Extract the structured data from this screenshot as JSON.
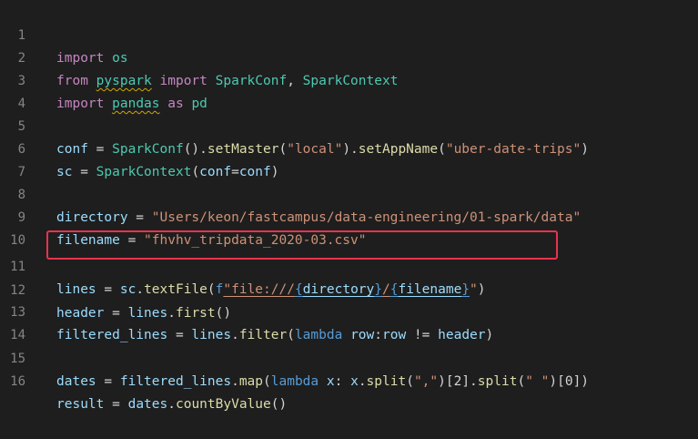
{
  "editor": {
    "lines": [
      {
        "n": "1",
        "t": [
          "import",
          " ",
          "os"
        ]
      },
      {
        "n": "2",
        "t": [
          "from",
          " ",
          "pyspark",
          " ",
          "import",
          " ",
          "SparkConf",
          ", ",
          "SparkContext"
        ]
      },
      {
        "n": "3",
        "t": [
          "import",
          " ",
          "pandas",
          " ",
          "as",
          " ",
          "pd"
        ]
      },
      {
        "n": "4",
        "t": []
      },
      {
        "n": "5",
        "t": [
          "conf",
          " = ",
          "SparkConf",
          "().",
          "setMaster",
          "(",
          "\"local\"",
          ").",
          "setAppName",
          "(",
          "\"uber-date-trips\"",
          ")"
        ]
      },
      {
        "n": "6",
        "t": [
          "sc",
          " = ",
          "SparkContext",
          "(",
          "conf",
          "=",
          "conf",
          ")"
        ]
      },
      {
        "n": "7",
        "t": []
      },
      {
        "n": "8",
        "t": [
          "directory",
          " = ",
          "\"Users/keon/fastcampus/data-engineering/01-spark/data\""
        ]
      },
      {
        "n": "9",
        "t": [
          "filename",
          " = ",
          "\"fhvhv_tripdata_2020-03.csv\""
        ]
      },
      {
        "n": "10",
        "t": []
      },
      {
        "n": "11",
        "t": [
          "lines",
          " = ",
          "sc",
          ".",
          "textFile",
          "(",
          "f",
          "\"file:///",
          "{",
          "directory",
          "}",
          "/",
          "{",
          "filename",
          "}",
          "\"",
          ")"
        ]
      },
      {
        "n": "12",
        "t": [
          "header",
          " = ",
          "lines",
          ".",
          "first",
          "()"
        ]
      },
      {
        "n": "13",
        "t": [
          "filtered_lines",
          " = ",
          "lines",
          ".",
          "filter",
          "(",
          "lambda",
          " ",
          "row",
          ":",
          "row",
          " != ",
          "header",
          ")"
        ]
      },
      {
        "n": "14",
        "t": []
      },
      {
        "n": "15",
        "t": [
          "dates",
          " = ",
          "filtered_lines",
          ".",
          "map",
          "(",
          "lambda",
          " ",
          "x",
          ": ",
          "x",
          ".",
          "split",
          "(",
          "\",\"",
          ")[2].",
          "split",
          "(",
          "\" \"",
          ")[0])"
        ]
      },
      {
        "n": "16",
        "t": [
          "result",
          " = ",
          "dates",
          ".",
          "countByValue",
          "()"
        ]
      }
    ],
    "highlight_color": "#e8334d"
  }
}
